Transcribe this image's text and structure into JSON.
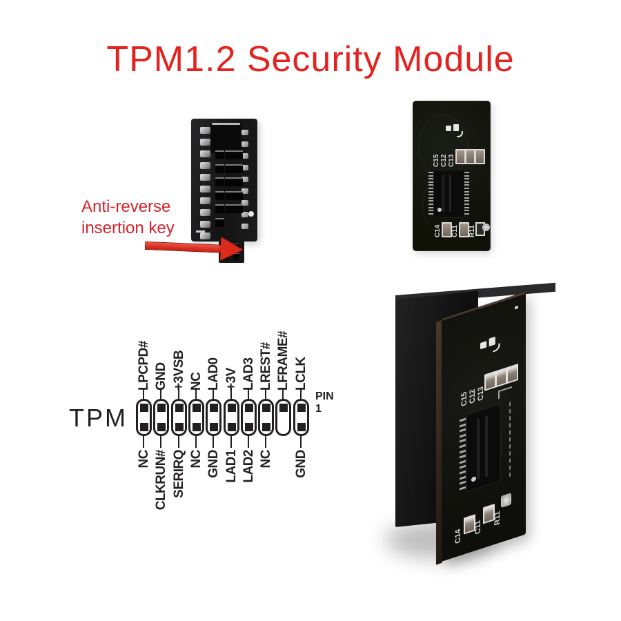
{
  "title": {
    "text": "TPM1.2 Security Module"
  },
  "annotation": {
    "line1": "Anti-reverse",
    "line2": "insertion key"
  },
  "icons": {
    "anti_reverse_arrow": "right-arrow"
  },
  "colors": {
    "title_red": "#e2231f",
    "annotation_red": "#d7232b",
    "arrow_red": "#d92a1b",
    "diagram_ink": "#231f20",
    "pcb_board_black": "#141512",
    "silkscreen_white": "#d9d9d9"
  },
  "pinout": {
    "connector_label": "TPM",
    "pin1_label": "PIN 1",
    "top_pins": [
      "LPCPD#",
      "GND",
      "+3VSB",
      "NC",
      "LAD0",
      "+3V",
      "LAD3",
      "LREST#",
      "LFRAME#",
      "LCLK"
    ],
    "bottom_pins": [
      "NC",
      "CLKRUN#",
      "SERIRQ",
      "NC",
      "GND",
      "LAD1",
      "LAD2",
      "NC",
      "",
      "GND"
    ]
  },
  "pcb": {
    "silkscreen_top": [
      "C15",
      "C12",
      "C13"
    ],
    "silkscreen_bottom": [
      "C14",
      "C11",
      "R11"
    ]
  }
}
